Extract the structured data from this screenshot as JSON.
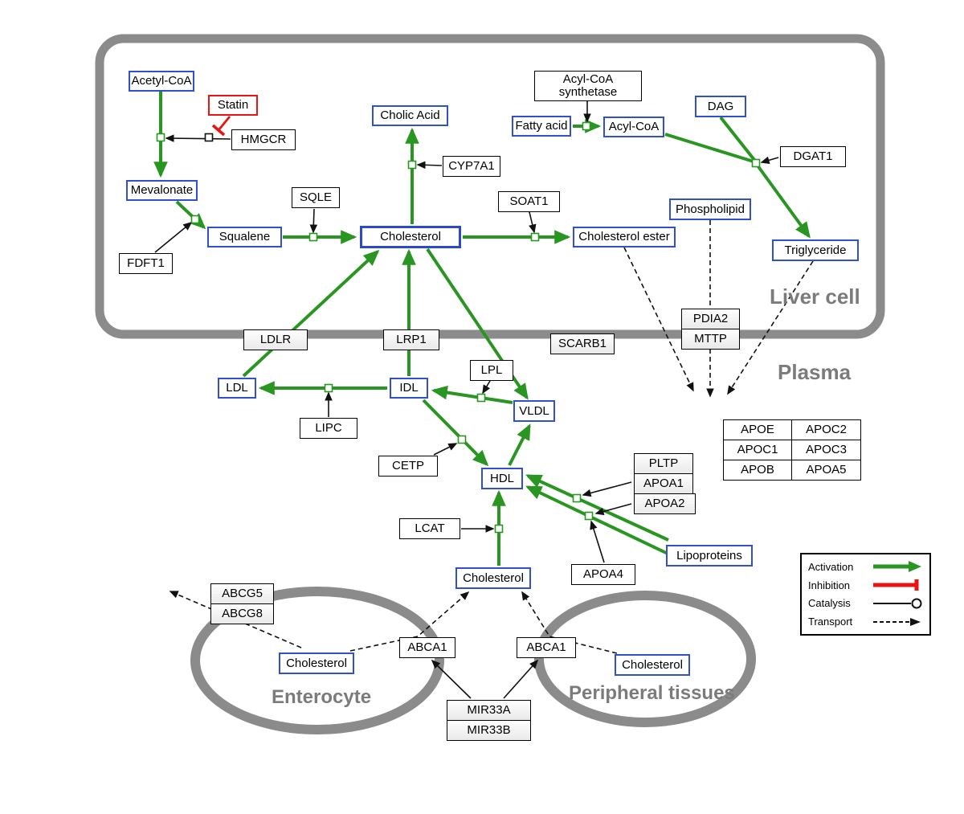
{
  "regions": {
    "liver_cell": "Liver cell",
    "plasma": "Plasma",
    "enterocyte": "Enterocyte",
    "peripheral_tissues": "Peripheral tissues"
  },
  "nodes": {
    "acetyl_coa": "Acetyl-CoA",
    "statin": "Statin",
    "hmgcr": "HMGCR",
    "mevalonate": "Mevalonate",
    "fdft1": "FDFT1",
    "squalene": "Squalene",
    "sqle": "SQLE",
    "cholic_acid": "Cholic Acid",
    "cyp7a1": "CYP7A1",
    "cholesterol_liver": "Cholesterol",
    "soat1": "SOAT1",
    "cholesterol_ester": "Cholesterol ester",
    "acyl_coa_synthetase_1": "Acyl-CoA",
    "acyl_coa_synthetase_2": "synthetase",
    "fatty_acid": "Fatty acid",
    "acyl_coa": "Acyl-CoA",
    "dag": "DAG",
    "dgat1": "DGAT1",
    "phospholipid": "Phospholipid",
    "triglyceride": "Triglyceride",
    "ldlr": "LDLR",
    "lrp1": "LRP1",
    "scarb1": "SCARB1",
    "pdia2": "PDIA2",
    "mttp": "MTTP",
    "ldl": "LDL",
    "idl": "IDL",
    "lipc": "LIPC",
    "lpl": "LPL",
    "vldl": "VLDL",
    "cetp": "CETP",
    "hdl": "HDL",
    "pltp": "PLTP",
    "apoa1": "APOA1",
    "apoa2": "APOA2",
    "lcat": "LCAT",
    "apoa4": "APOA4",
    "lipoproteins": "Lipoproteins",
    "cholesterol_plasma": "Cholesterol",
    "abcg5": "ABCG5",
    "abcg8": "ABCG8",
    "cholesterol_enterocyte": "Cholesterol",
    "abca1_enterocyte": "ABCA1",
    "abca1_peripheral": "ABCA1",
    "cholesterol_peripheral": "Cholesterol",
    "mir33a": "MIR33A",
    "mir33b": "MIR33B"
  },
  "apo_table": [
    [
      "APOE",
      "APOC2"
    ],
    [
      "APOC1",
      "APOC3"
    ],
    [
      "APOB",
      "APOA5"
    ]
  ],
  "legend": {
    "activation": "Activation",
    "inhibition": "Inhibition",
    "catalysis": "Catalysis",
    "transport": "Transport"
  },
  "colors": {
    "activation_green": "#2a9622",
    "inhibition_red": "#e81313",
    "metabolite_blue": "#3050cf",
    "membrane_gray": "#8b8b8b"
  }
}
